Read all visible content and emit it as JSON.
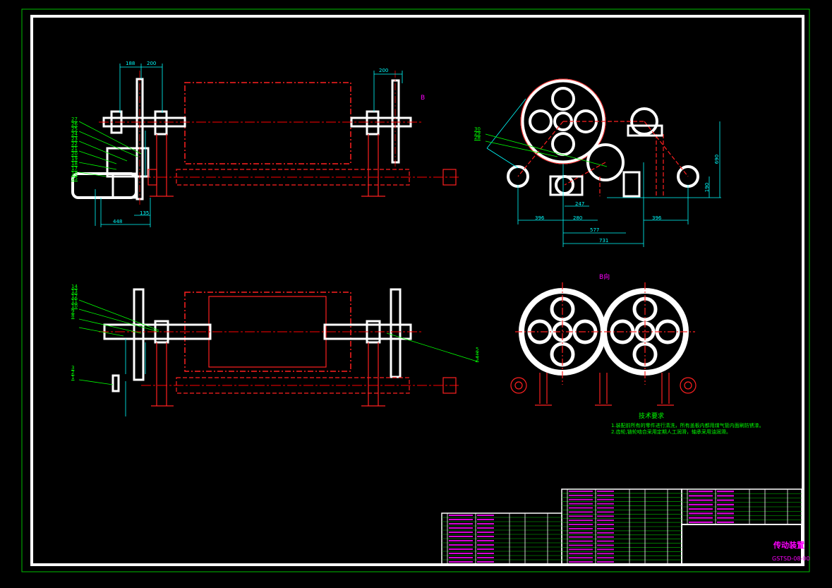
{
  "labels": {
    "view_b_marker": "B",
    "view_b_title": "B向",
    "tech_title": "技术要求",
    "tech_note_1": "1.装配前所有的零件进行清洗，所有盖板内都用煤气管内面刷防锈漆。",
    "tech_note_2": "2.齿轮,链轮啮合采用定期人工润滑，轴承采用油润滑。",
    "title_name": "传动装置",
    "drawing_no": "GSTSD-08-00"
  },
  "dimensions": {
    "d188": "188",
    "d200a": "200",
    "d200b": "200",
    "d135": "135",
    "d448": "448",
    "d396a": "396",
    "d280": "280",
    "d247": "247",
    "d577": "577",
    "d731": "731",
    "d396b": "396",
    "d690": "690",
    "d190": "190"
  },
  "balloons": {
    "top_left": [
      "27",
      "26",
      "25",
      "24",
      "23",
      "22",
      "21",
      "20",
      "19",
      "18",
      "17",
      "16",
      "15"
    ],
    "bottom_left_a": [
      "14",
      "13",
      "12",
      "11",
      "10",
      "9",
      "8"
    ],
    "bottom_left_b": [
      "3",
      "2",
      "1"
    ],
    "bottom_right": [
      "5",
      "4",
      "3"
    ],
    "right_top": [
      "30",
      "29",
      "28"
    ]
  },
  "colors": {
    "frame": "#ffffff",
    "outer_frame": "#00c000",
    "centerline": "#ff0000",
    "dimension": "#00ffff",
    "leader": "#00ff00",
    "text": "#ff00ff"
  }
}
